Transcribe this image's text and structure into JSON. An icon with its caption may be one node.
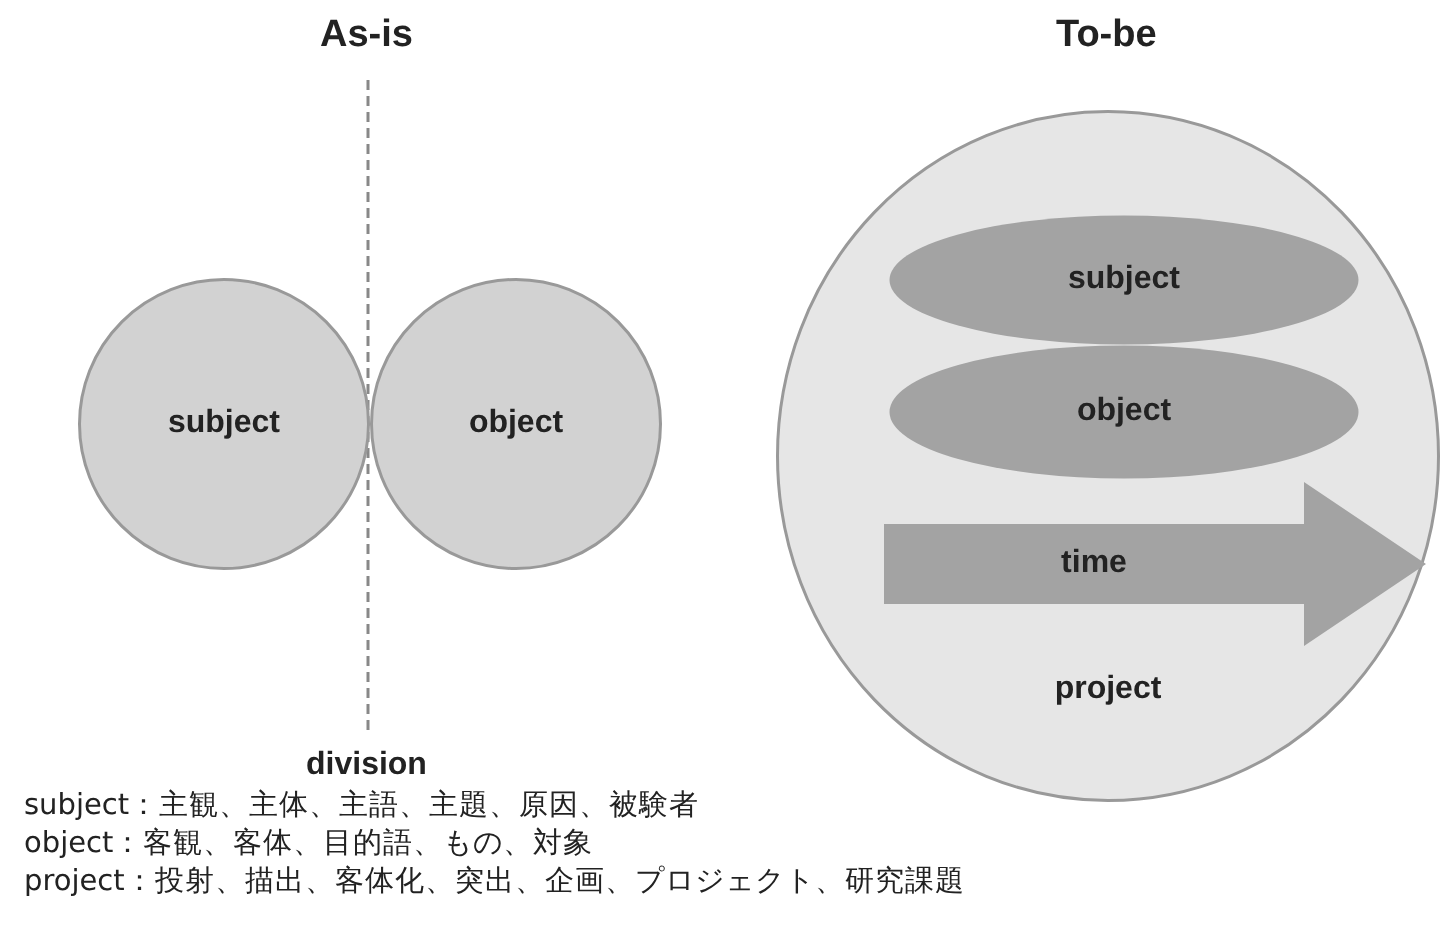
{
  "diagram": {
    "nodes": [
      {
        "text": [
          "subject"
        ]
      },
      {
        "text": [
          "object"
        ]
      },
      {
        "text": [
          "project"
        ]
      },
      {
        "text": [
          "subject"
        ],
        "in": 2
      },
      {
        "text": [
          "object"
        ],
        "in": 2
      },
      {
        "text": [
          "time"
        ],
        "in": 2
      }
    ],
    "labels": [
      "As-is",
      "To-be",
      "division",
      "subject：主観、主体、主語、主題、原因、被験者",
      "object：客観、客体、目的語、もの、対象",
      "project：投射、描出、客体化、突出、企画、プロジェクト、研究課題"
    ]
  }
}
